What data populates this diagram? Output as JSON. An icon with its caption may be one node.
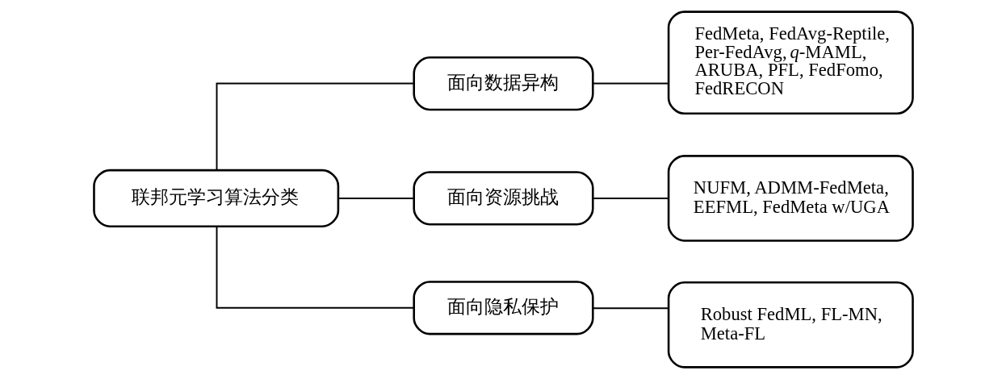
{
  "diagram": {
    "nodes": [
      {
        "text": [
          "联邦元学习算法分类"
        ]
      },
      {
        "text": [
          "面向数据异构"
        ]
      },
      {
        "text": [
          "FedMeta, FedAvg-Reptile, Per-FedAvg, *q*-MAML, ARUBA, PFL, FedFomo, FedRECON"
        ]
      },
      {
        "text": [
          "面向资源挑战"
        ]
      },
      {
        "text": [
          "NUFM, ADMM-FedMeta, EEFML, FedMeta w/UGA"
        ]
      },
      {
        "text": [
          "面向隐私保护"
        ]
      },
      {
        "text": [
          "Robust FedML, FL-MN, Meta-FL"
        ]
      }
    ],
    "edges": [
      {
        "from": 0,
        "to": 1,
        "arrow": "none"
      },
      {
        "from": 1,
        "to": 2,
        "arrow": "none"
      },
      {
        "from": 0,
        "to": 3,
        "arrow": "none"
      },
      {
        "from": 3,
        "to": 4,
        "arrow": "none"
      },
      {
        "from": 0,
        "to": 5,
        "arrow": "none"
      },
      {
        "from": 5,
        "to": 6,
        "arrow": "none"
      }
    ]
  }
}
